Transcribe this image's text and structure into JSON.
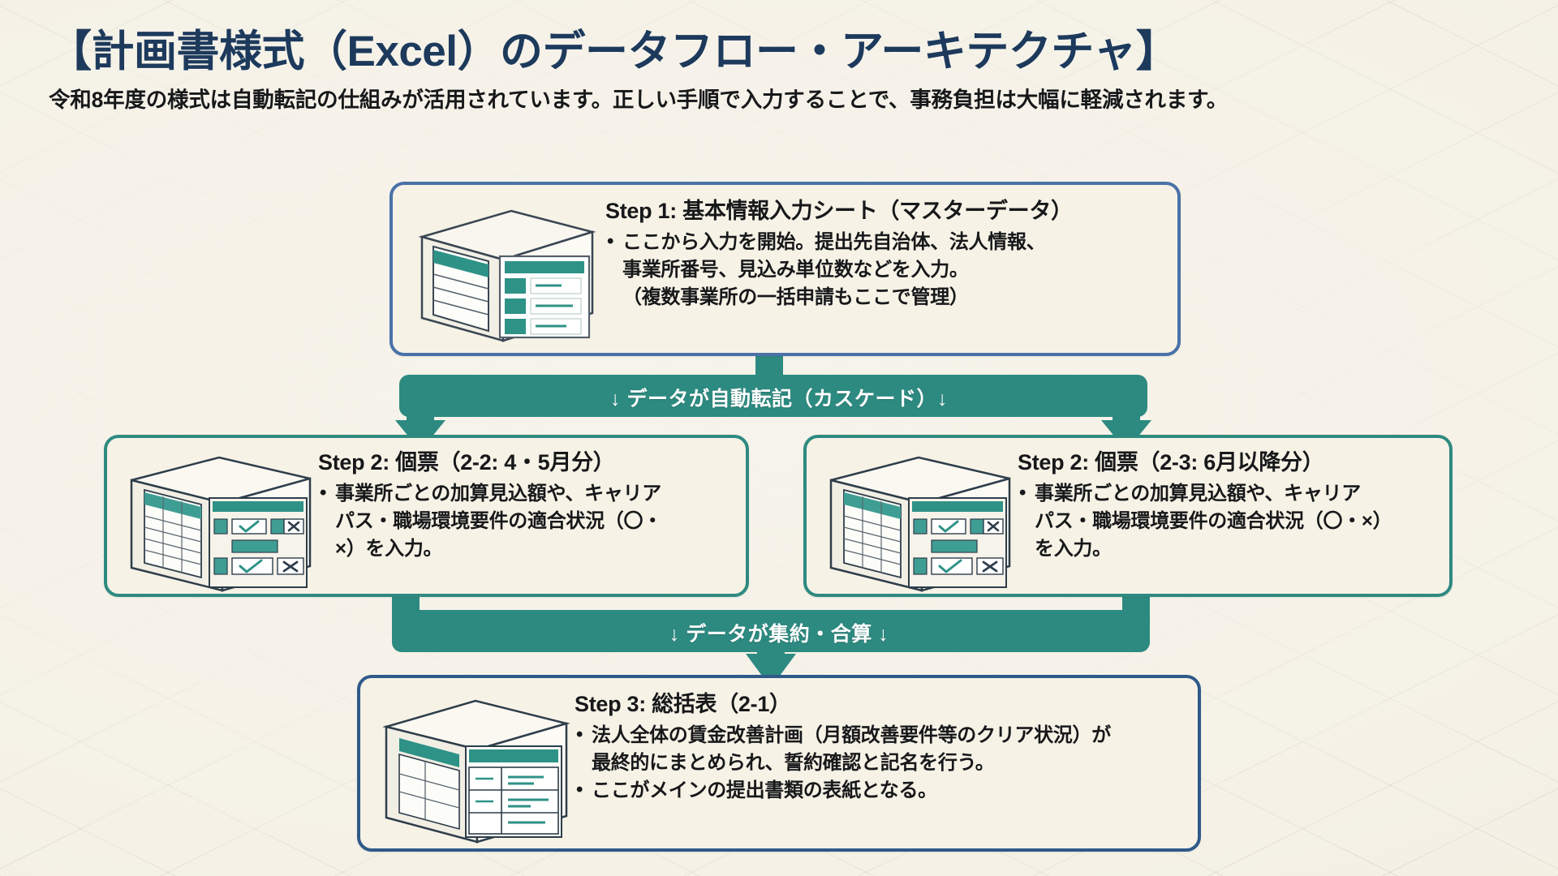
{
  "header": {
    "title": "【計画書様式（Excel）のデータフロー・アーキテクチャ】",
    "subtitle": "令和8年度の様式は自動転記の仕組みが活用されています。正しい手順で入力することで、事務負担は大幅に軽減されます。"
  },
  "colors": {
    "background": "#f4f0e4",
    "title_navy": "#1d3a5c",
    "card_border_navy": "#4a72a8",
    "card_border_teal": "#2e8a80",
    "connector_teal": "#2d8a80",
    "icon_teal": "#2e9287",
    "body_text": "#17181a"
  },
  "flow": {
    "cascade_label": "↓ データが自動転記（カスケード）↓",
    "aggregate_label": "↓ データが集約・合算 ↓"
  },
  "steps": [
    {
      "id": "step1",
      "icon": "isometric-spreadsheet-icon",
      "title": "Step 1: 基本情報入力シート（マスターデータ）",
      "bullets": [
        {
          "marker": true,
          "text": "ここから入力を開始。提出先自治体、法人情報、"
        },
        {
          "marker": false,
          "text": "事業所番号、見込み単位数などを入力。"
        },
        {
          "marker": false,
          "text": "（複数事業所の一括申請もここで管理）"
        }
      ]
    },
    {
      "id": "step2a",
      "icon": "isometric-checklist-icon",
      "title": "Step 2: 個票（2-2: 4・5月分）",
      "bullets": [
        {
          "marker": true,
          "text": "事業所ごとの加算見込額や、キャリア"
        },
        {
          "marker": false,
          "text": "パス・職場環境要件の適合状況（〇・"
        },
        {
          "marker": false,
          "text": "×）を入力。"
        }
      ]
    },
    {
      "id": "step2b",
      "icon": "isometric-checklist-icon",
      "title": "Step 2: 個票（2-3: 6月以降分）",
      "bullets": [
        {
          "marker": true,
          "text": "事業所ごとの加算見込額や、キャリア"
        },
        {
          "marker": false,
          "text": "パス・職場環境要件の適合状況（〇・×）"
        },
        {
          "marker": false,
          "text": "を入力。"
        }
      ]
    },
    {
      "id": "step3",
      "icon": "isometric-summary-table-icon",
      "title": "Step 3: 総括表（2-1）",
      "bullets": [
        {
          "marker": true,
          "text": "法人全体の賃金改善計画（月額改善要件等のクリア状況）が"
        },
        {
          "marker": false,
          "text": "最終的にまとめられ、誓約確認と記名を行う。"
        },
        {
          "marker": true,
          "text": "ここがメインの提出書類の表紙となる。"
        }
      ]
    }
  ]
}
